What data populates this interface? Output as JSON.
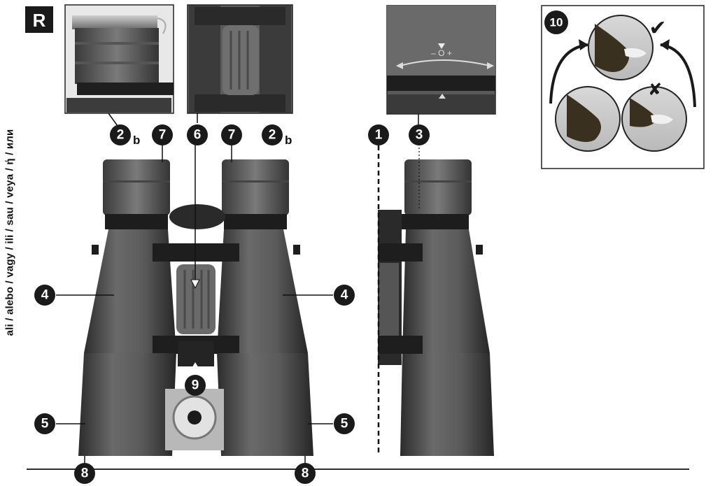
{
  "section_letter": "R",
  "side_text": "ali / alebo / vagy / ili / sau / veya / ή / или",
  "callouts": {
    "c1": "1",
    "c2b_left": "2",
    "c2b_right": "2",
    "c2_suffix": "b",
    "c3": "3",
    "c4": "4",
    "c5": "5",
    "c6": "6",
    "c7": "7",
    "c8": "8",
    "c9": "9",
    "c10": "10"
  },
  "marks": {
    "correct": "✔",
    "wrong": "✘"
  },
  "colors": {
    "body": "#4a4a4a",
    "dark": "#2a2a2a",
    "light": "#8a8a8a",
    "callout": "#1a1a1a"
  }
}
